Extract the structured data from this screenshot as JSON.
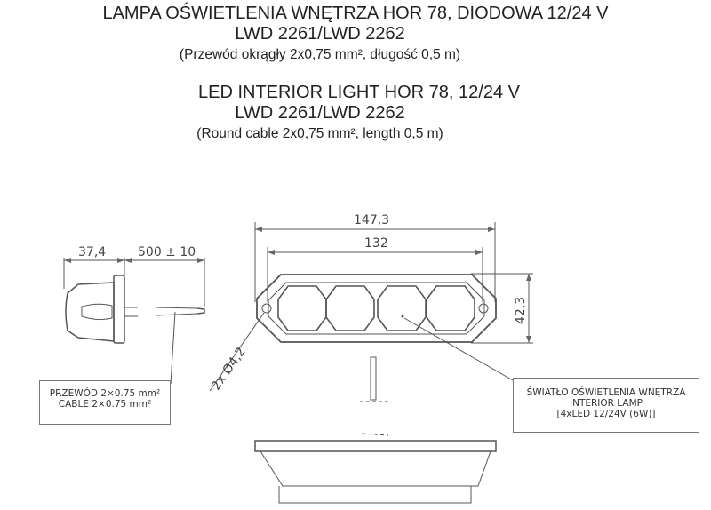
{
  "title_pl": {
    "line1": "LAMPA OŚWIETLENIA WNĘTRZA HOR 78, DIODOWA 12/24 V",
    "line2": "LWD 2261/LWD 2262",
    "line3": "(Przewód okrągły 2x0,75 mm², długość 0,5 m)"
  },
  "title_en": {
    "line1": "LED INTERIOR LIGHT HOR 78, 12/24 V",
    "line2": "LWD 2261/LWD 2262",
    "line3": "(Round cable 2x0,75 mm², length 0,5 m)"
  },
  "dimensions": {
    "side_depth": "37,4",
    "cable_length": "500 ± 10",
    "overall_width": "147,3",
    "hole_spacing": "132",
    "height": "42,3",
    "holes": "2x Ø4,2"
  },
  "cable_label": {
    "line1": "PRZEWÓD 2×0.75 mm²",
    "line2": "CABLE 2×0.75 mm²"
  },
  "lamp_label": {
    "line1": "ŚWIATŁO OŚWIETLENIA WNĘTRZA",
    "line2": "INTERIOR LAMP",
    "line3": "[4xLED 12/24V (6W)]"
  }
}
